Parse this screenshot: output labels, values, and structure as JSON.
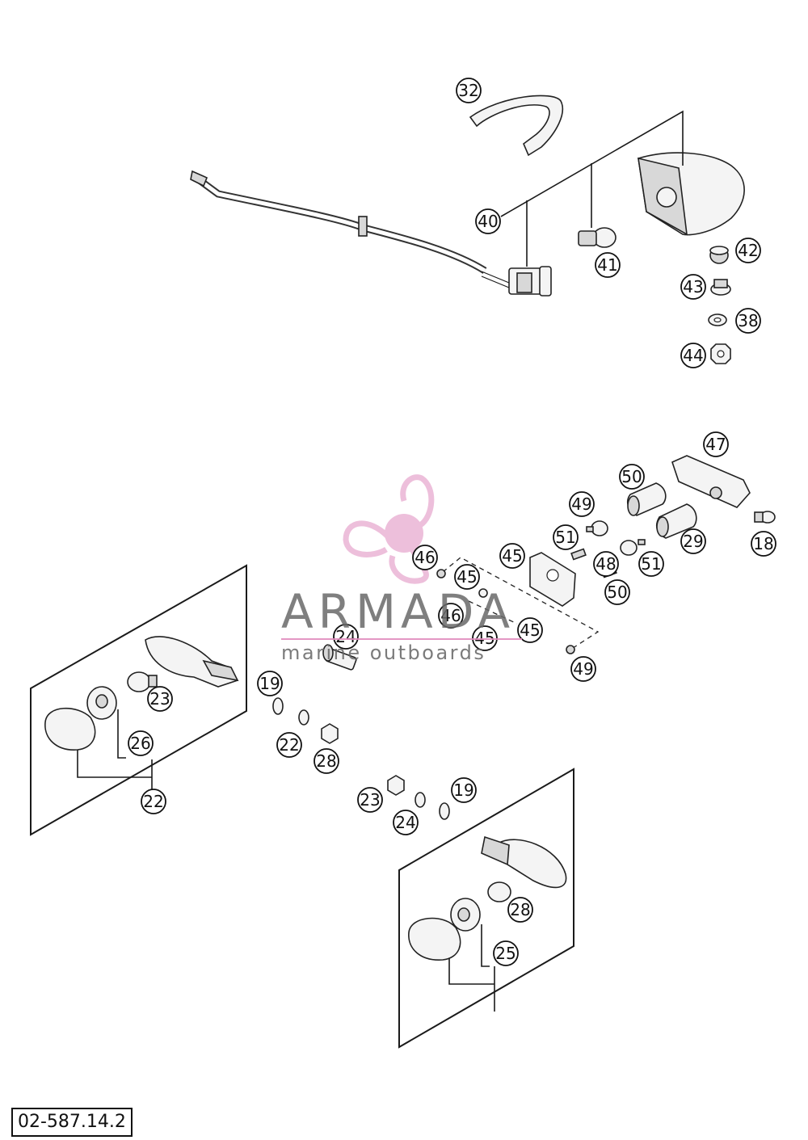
{
  "watermark": {
    "title": "ARMADA",
    "subtitle": "marine outboards"
  },
  "drawing_code": "02-587.14.2",
  "callouts": [
    "32",
    "40",
    "41",
    "42",
    "43",
    "38",
    "44",
    "47",
    "50",
    "49",
    "18",
    "51",
    "48",
    "45",
    "46",
    "45",
    "46",
    "45",
    "45",
    "49",
    "51",
    "50",
    "29",
    "24",
    "19",
    "23",
    "22",
    "28",
    "26",
    "22",
    "23",
    "24",
    "19",
    "28",
    "25"
  ],
  "colors": {
    "line": "#1a1a1a",
    "watermark_pink": "#e08cbe",
    "watermark_grey": "#696969"
  }
}
